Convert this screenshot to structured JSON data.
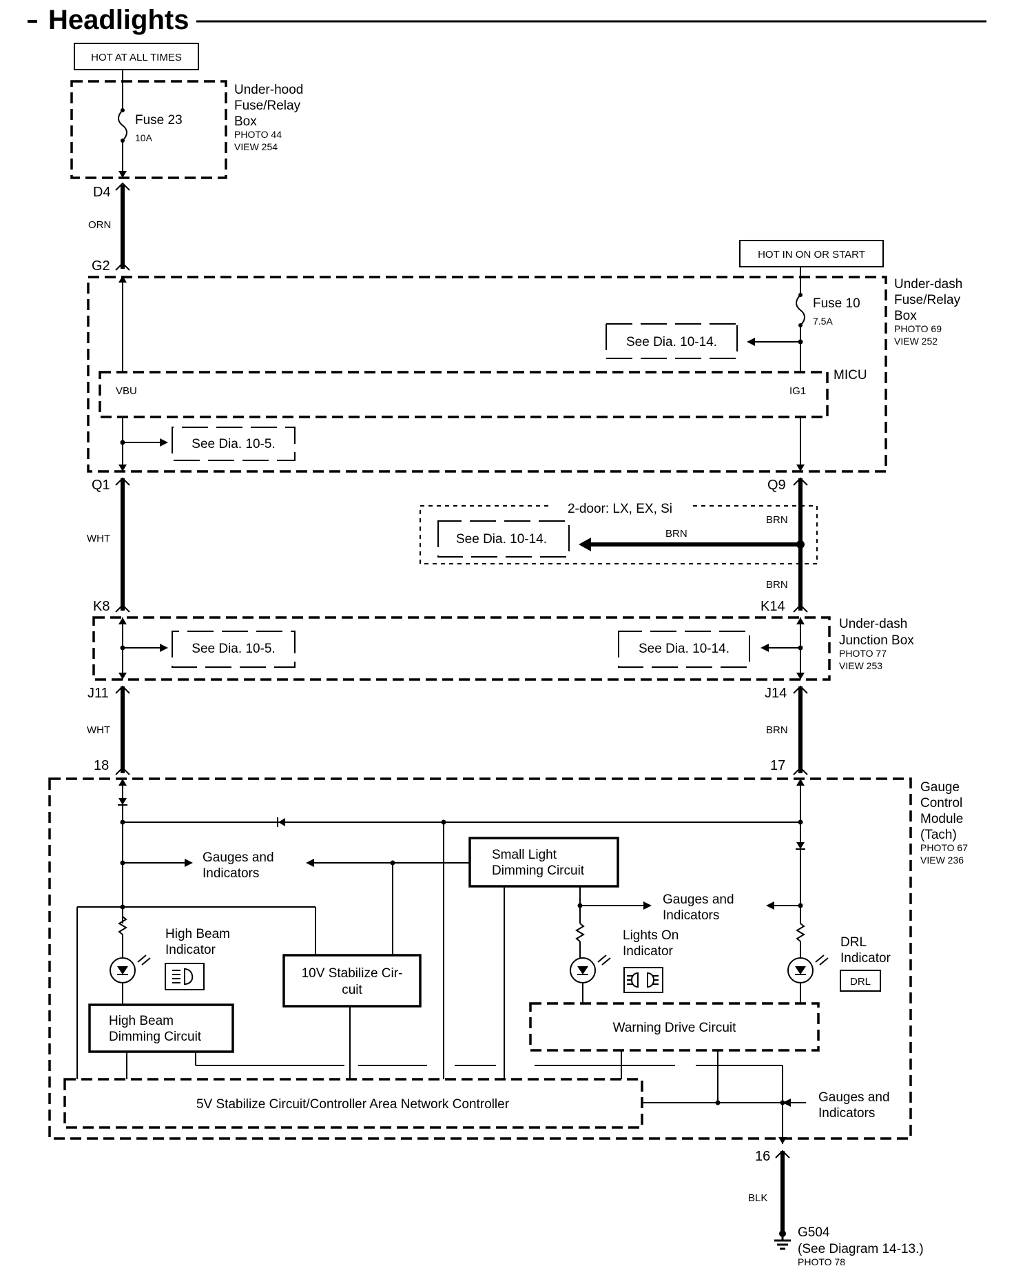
{
  "title": "Headlights",
  "power": {
    "hot_all_times": "HOT AT ALL TIMES",
    "hot_on_start": "HOT IN ON OR START"
  },
  "underhood_box": {
    "name_lines": [
      "Under-hood",
      "Fuse/Relay",
      "Box"
    ],
    "photo": "PHOTO 44",
    "view": "VIEW 254",
    "fuse_name": "Fuse 23",
    "fuse_rating": "10A"
  },
  "underdash_fuse_box": {
    "name_lines": [
      "Under-dash",
      "Fuse/Relay",
      "Box"
    ],
    "photo": "PHOTO 69",
    "view": "VIEW 252",
    "fuse_name": "Fuse 10",
    "fuse_rating": "7.5A",
    "micu": "MICU",
    "vbu": "VBU",
    "ig1": "IG1"
  },
  "junction_box": {
    "name_lines": [
      "Under-dash",
      "Junction Box"
    ],
    "photo": "PHOTO 77",
    "view": "VIEW 253"
  },
  "gauge_module": {
    "name_lines": [
      "Gauge",
      "Control",
      "Module",
      "(Tach)"
    ],
    "photo": "PHOTO 67",
    "view": "VIEW 236"
  },
  "refs": {
    "dia_10_14": "See Dia. 10-14.",
    "dia_10_5": "See Dia. 10-5."
  },
  "connectors": {
    "d4": "D4",
    "g2": "G2",
    "q1": "Q1",
    "q9": "Q9",
    "k8": "K8",
    "k14": "K14",
    "j11": "J11",
    "j14": "J14",
    "p18": "18",
    "p17": "17",
    "p16": "16"
  },
  "wires": {
    "orn": "ORN",
    "wht": "WHT",
    "brn": "BRN",
    "blk": "BLK"
  },
  "variant_note": "2-door: LX, EX, Si",
  "circuits": {
    "gauges_line1": "Gauges and",
    "gauges_line2": "Indicators",
    "small_light_1": "Small Light",
    "small_light_2": "Dimming Circuit",
    "ten_v_1": "10V Stabilize Cir-",
    "ten_v_2": "cuit",
    "high_beam_dim_1": "High Beam",
    "high_beam_dim_2": "Dimming Circuit",
    "warning_drive": "Warning Drive Circuit",
    "five_v": "5V Stabilize Circuit/Controller Area Network Controller"
  },
  "indicators": {
    "high_beam_1": "High Beam",
    "high_beam_2": "Indicator",
    "lights_on_1": "Lights On",
    "lights_on_2": "Indicator",
    "drl_1": "DRL",
    "drl_2": "Indicator",
    "drl_tag": "DRL"
  },
  "ground": {
    "name": "G504",
    "note": "(See Diagram 14-13.)",
    "photo": "PHOTO 78"
  },
  "icons": [
    "high-beam-symbol-icon",
    "lights-on-symbol-icon",
    "led-icon",
    "resistor-icon",
    "fuse-icon",
    "ground-icon",
    "diode-icon"
  ]
}
